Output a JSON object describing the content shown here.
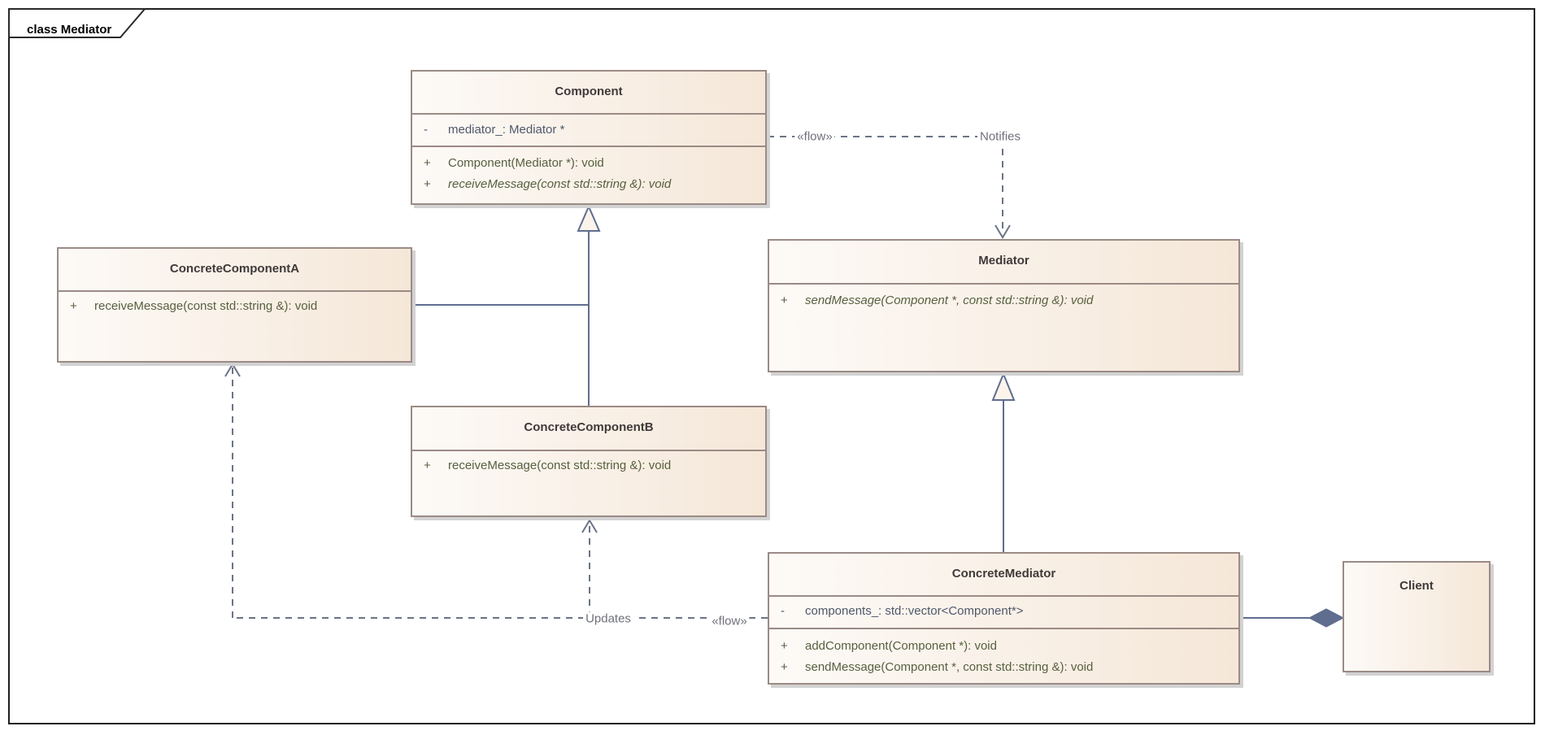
{
  "tab": {
    "label": "class Mediator"
  },
  "labels": {
    "flow_top": "«flow»",
    "notifies": "Notifies",
    "updates": "Updates",
    "flow_bottom": "«flow»"
  },
  "classes": {
    "component": {
      "name": "Component",
      "attributes": [
        {
          "vis": "-",
          "text": "mediator_: Mediator *"
        }
      ],
      "methods": [
        {
          "vis": "+",
          "text": "Component(Mediator *): void"
        },
        {
          "vis": "+",
          "text": "receiveMessage(const std::string &): void"
        }
      ]
    },
    "concreteComponentA": {
      "name": "ConcreteComponentA",
      "methods": [
        {
          "vis": "+",
          "text": "receiveMessage(const std::string &): void"
        }
      ]
    },
    "concreteComponentB": {
      "name": "ConcreteComponentB",
      "methods": [
        {
          "vis": "+",
          "text": "receiveMessage(const std::string &): void"
        }
      ]
    },
    "mediator": {
      "name": "Mediator",
      "methods": [
        {
          "vis": "+",
          "text": "sendMessage(Component *, const std::string &): void"
        }
      ]
    },
    "concreteMediator": {
      "name": "ConcreteMediator",
      "attributes": [
        {
          "vis": "-",
          "text": "components_: std::vector<Component*>"
        }
      ],
      "methods": [
        {
          "vis": "+",
          "text": "addComponent(Component *): void"
        },
        {
          "vis": "+",
          "text": "sendMessage(Component *, const std::string &): void"
        }
      ]
    },
    "client": {
      "name": "Client"
    }
  },
  "colors": {
    "frame": "#1f1f1f",
    "box_border": "#9b8a85",
    "fill_light": "#fdfaf7",
    "fill_dark": "#f5e7d8",
    "connector": "#5f6d8f",
    "dashed": "#6b7486",
    "label_text": "#6f707a",
    "title_text": "#3f3a39",
    "attribute_text": "#4e586b",
    "method_text": "#57603f",
    "shadow": "#d2d2d2",
    "tri_fill": "#fcf4ea"
  }
}
